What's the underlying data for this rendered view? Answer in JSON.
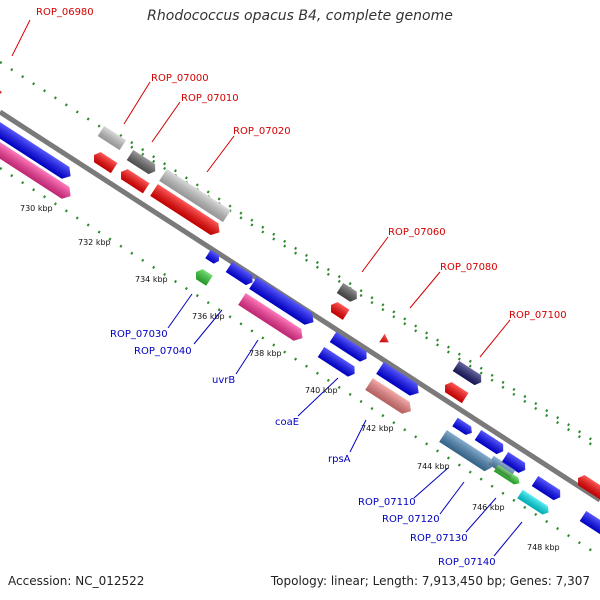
{
  "title": "Rhodococcus opacus B4, complete genome",
  "footer": {
    "accession": "Accession: NC_012522",
    "summary": "Topology: linear; Length: 7,913,450 bp; Genes: 7,307"
  },
  "colors": {
    "backbone": "#7a7a7a",
    "ruler": "#2e8b2e",
    "label_top": "#d40000",
    "label_bottom": "#0000c0"
  },
  "ruler_ticks": [
    "730 kbp",
    "732 kbp",
    "734 kbp",
    "736 kbp",
    "738 kbp",
    "740 kbp",
    "742 kbp",
    "744 kbp",
    "746 kbp",
    "748 kbp"
  ],
  "genes_top": [
    {
      "label": "ROP_06980",
      "color": "#ff0000"
    },
    {
      "label": "ROP_07000",
      "color": "#c8c8c8"
    },
    {
      "label": "ROP_07010",
      "color": "#666666"
    },
    {
      "label": "ROP_07020",
      "color": "#c8c8c8"
    },
    {
      "label": "ROP_07060",
      "color": "#555555"
    },
    {
      "label": "ROP_07080",
      "color": "#ff0000"
    },
    {
      "label": "ROP_07100",
      "color": "#1a1a6e"
    }
  ],
  "genes_bottom": [
    {
      "label": "ROP_07030",
      "color": "#33cc33"
    },
    {
      "label": "ROP_07040",
      "color": "#0000ff"
    },
    {
      "label": "uvrB",
      "color": "#ff3399"
    },
    {
      "label": "coaE",
      "color": "#0000ff"
    },
    {
      "label": "rpsA",
      "color": "#f08080"
    },
    {
      "label": "ROP_07110",
      "color": "#4682b4"
    },
    {
      "label": "ROP_07120",
      "color": "#5a8fbf"
    },
    {
      "label": "ROP_07130",
      "color": "#33cc33"
    },
    {
      "label": "ROP_07140",
      "color": "#00e5ee"
    }
  ]
}
